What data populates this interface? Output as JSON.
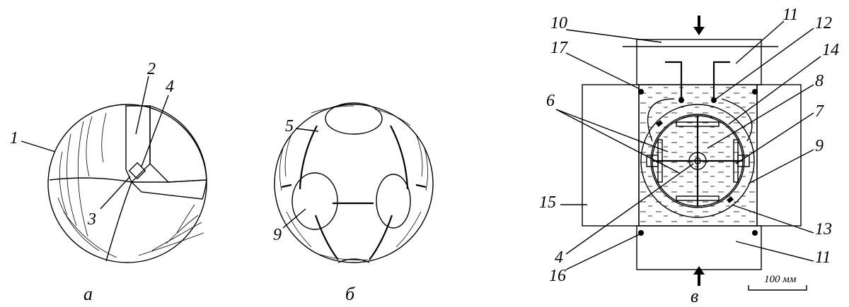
{
  "panels": {
    "a": {
      "caption": "а",
      "labels": [
        "1",
        "2",
        "3",
        "4"
      ]
    },
    "b": {
      "caption": "б",
      "labels": [
        "5",
        "9"
      ]
    },
    "v": {
      "caption": "в",
      "labels_left": [
        "10",
        "17",
        "6",
        "15",
        "4",
        "16"
      ],
      "labels_right": [
        "11",
        "12",
        "14",
        "8",
        "7",
        "9",
        "13",
        "11"
      ],
      "scale_bar": "100 мм"
    }
  }
}
